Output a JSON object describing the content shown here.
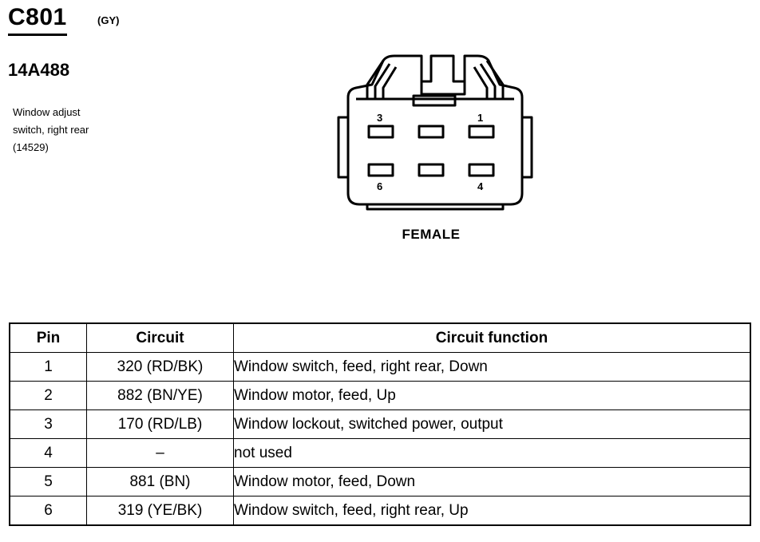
{
  "connector": {
    "id": "C801",
    "color_code": "(GY)",
    "part_number": "14A488",
    "description_lines": [
      "Window adjust",
      "switch, right rear",
      "(14529)"
    ],
    "gender": "FEMALE",
    "cavity_labels": {
      "top_left": "3",
      "top_right": "1",
      "bottom_left": "6",
      "bottom_right": "4"
    }
  },
  "table": {
    "headers": {
      "pin": "Pin",
      "circuit": "Circuit",
      "function": "Circuit function"
    },
    "rows": [
      {
        "pin": "1",
        "circuit": "320 (RD/BK)",
        "function": "Window switch, feed, right rear, Down"
      },
      {
        "pin": "2",
        "circuit": "882 (BN/YE)",
        "function": "Window motor, feed, Up"
      },
      {
        "pin": "3",
        "circuit": "170 (RD/LB)",
        "function": "Window lockout, switched power, output"
      },
      {
        "pin": "4",
        "circuit": "–",
        "function": "not used"
      },
      {
        "pin": "5",
        "circuit": "881 (BN)",
        "function": "Window motor, feed, Down"
      },
      {
        "pin": "6",
        "circuit": "319 (YE/BK)",
        "function": "Window switch, feed, right rear, Up"
      }
    ]
  }
}
